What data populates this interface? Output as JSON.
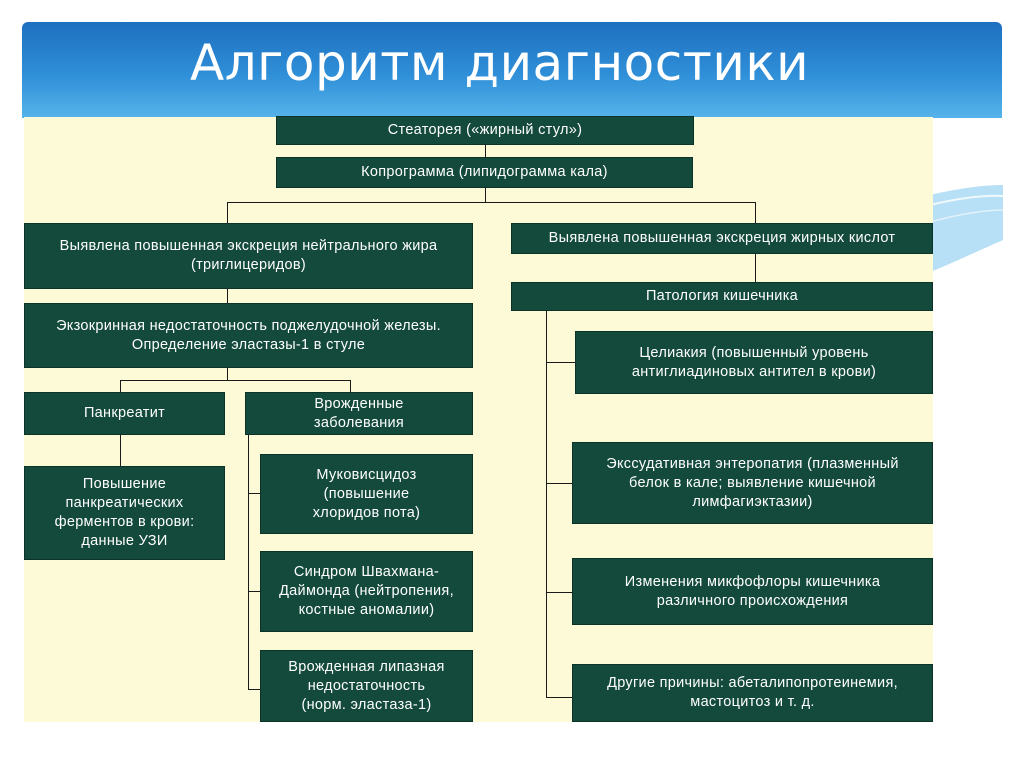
{
  "slide": {
    "title": "Алгоритм диагностики"
  },
  "diagram": {
    "steatorrhea": "Стеаторея («жирный стул»)",
    "coprogram": "Копрограмма (липидограмма кала)",
    "neutral_fat": "Выявлена повышенная экскреция нейтрального жира\n(триглицеридов)",
    "fatty_acids": "Выявлена повышенная экскреция жирных кислот",
    "exocrine": "Экзокринная недостаточность поджелудочной железы.\nОпределение эластазы-1 в стуле",
    "intestinal": "Патология кишечника",
    "pancreatitis": "Панкреатит",
    "congenital": "Врожденные\nзаболевания",
    "enzymes": "Повышение\nпанкреатических\nферментов в крови:\nданные УЗИ",
    "cystic_fibrosis": "Муковисцидоз\n(повышение\nхлоридов пота)",
    "shwachman": "Синдром Швахмана-\nДаймонда (нейтропения,\nкостные аномалии)",
    "lipase": "Врожденная липазная\nнедостаточность\n(норм. эластаза-1)",
    "celiac": "Целиакия (повышенный уровень\nантиглиадиновых антител в крови)",
    "exudative": "Экссудативная энтеропатия (плазменный\nбелок в кале; выявление кишечной\nлимфагиэктазии)",
    "microflora": "Изменения микфофлоры кишечника\nразличного происхождения",
    "other": "Другие причины: абеталипопротеинемия,\nмастоцитоз и т. д."
  },
  "colors": {
    "box_fill": "#134a3b",
    "panel_fill": "#fdfbd7",
    "header_top": "#1e6fbf",
    "header_bottom": "#56b3ea"
  }
}
